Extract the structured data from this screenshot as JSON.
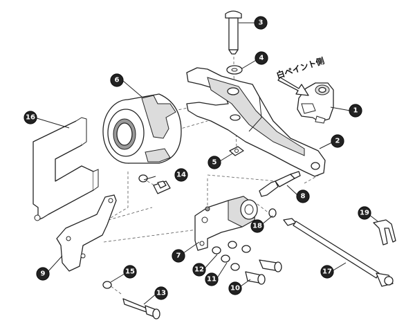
{
  "diagram": {
    "paint_note": "白ペイント側",
    "highlight_color": "#e0303a",
    "callout_color": "#222222",
    "callouts": [
      {
        "id": "c1",
        "label": "1",
        "highlight": true
      },
      {
        "id": "c2",
        "label": "2",
        "highlight": true
      },
      {
        "id": "c3",
        "label": "3",
        "highlight": true
      },
      {
        "id": "c4",
        "label": "4",
        "highlight": true
      },
      {
        "id": "c5",
        "label": "5",
        "highlight": true
      },
      {
        "id": "c6",
        "label": "6",
        "highlight": false
      },
      {
        "id": "c7",
        "label": "7",
        "highlight": false
      },
      {
        "id": "c8",
        "label": "8",
        "highlight": false
      },
      {
        "id": "c9",
        "label": "9",
        "highlight": false
      },
      {
        "id": "c10",
        "label": "10",
        "highlight": false
      },
      {
        "id": "c11",
        "label": "11",
        "highlight": false
      },
      {
        "id": "c12",
        "label": "12",
        "highlight": false
      },
      {
        "id": "c13",
        "label": "13",
        "highlight": false
      },
      {
        "id": "c14",
        "label": "14",
        "highlight": false
      },
      {
        "id": "c15",
        "label": "15",
        "highlight": false
      },
      {
        "id": "c16",
        "label": "16",
        "highlight": false
      },
      {
        "id": "c17",
        "label": "17",
        "highlight": false
      },
      {
        "id": "c18",
        "label": "18",
        "highlight": false
      },
      {
        "id": "c19",
        "label": "19",
        "highlight": false
      }
    ]
  }
}
